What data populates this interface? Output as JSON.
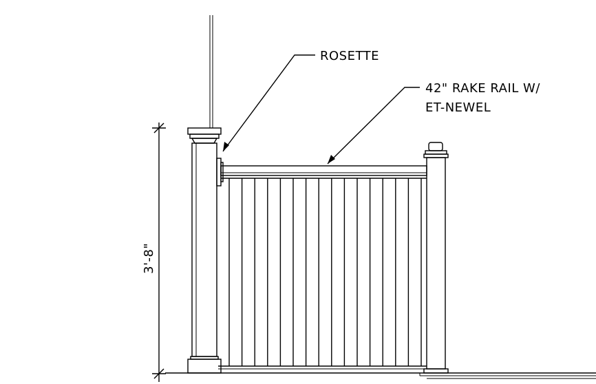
{
  "callouts": {
    "rosette": "ROSETTE",
    "rail_line1": "42\" RAKE RAIL W/",
    "rail_line2": "ET-NEWEL"
  },
  "dimension": {
    "height_label": "3'-8\""
  },
  "baluster_count": 16
}
